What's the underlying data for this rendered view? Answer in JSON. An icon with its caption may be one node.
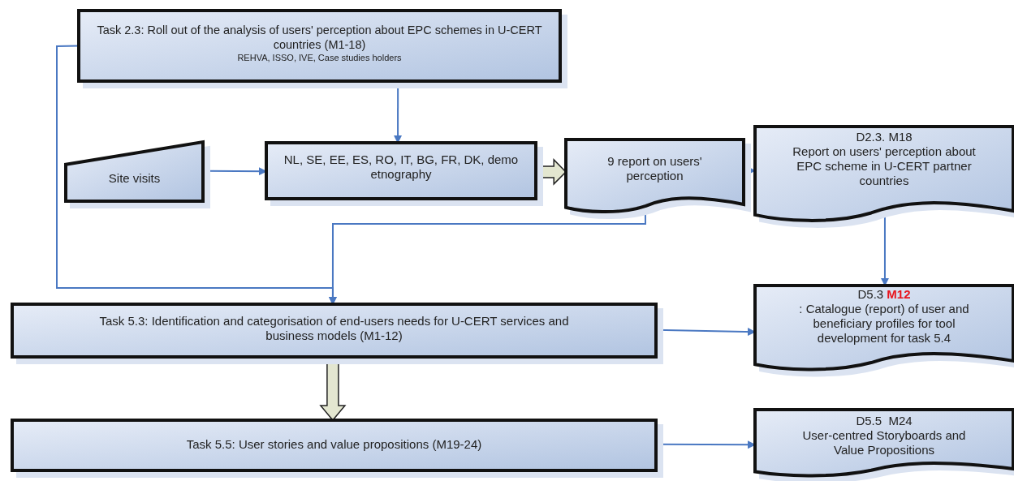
{
  "diagram": {
    "nodes": [
      {
        "text": [
          "Task 2.3: Roll out of the analysis of users' perception about EPC schemes in U-CERT countries (M1-18)",
          "REHVA, ISSO, IVE, Case studies holders"
        ]
      },
      {
        "text": [
          "Site visits"
        ]
      },
      {
        "text": [
          "NL, SE, EE, ES, RO, IT, BG, FR, DK, demo etnography"
        ]
      },
      {
        "text": [
          "9 report on users' perception"
        ]
      },
      {
        "text": [
          "D2.3. M18",
          "Report on users' perception about EPC scheme in U-CERT partner countries"
        ]
      },
      {
        "text": [
          "Task 5.3: Identification and categorisation of end-users needs for U-CERT services and business models (M1-12)"
        ]
      },
      {
        "text": [
          "D5.3 **M12**",
          ": Catalogue (report) of user and beneficiary profiles for tool development for task 5.4"
        ]
      },
      {
        "text": [
          "Task 5.5: User stories and value propositions (M19-24)"
        ]
      },
      {
        "text": [
          "D5.5  M24",
          "User-centred Storyboards and Value Propositions"
        ]
      }
    ],
    "edges": [
      {
        "from": 0,
        "to": 2,
        "arrow": "to"
      },
      {
        "from": 1,
        "to": 2,
        "arrow": "to"
      },
      {
        "from": 2,
        "to": 3,
        "arrow": "to",
        "style": "thick",
        "color": "#e3e6d0"
      },
      {
        "from": 3,
        "to": 4,
        "arrow": "to"
      },
      {
        "from": 3,
        "to": 5,
        "arrow": "to"
      },
      {
        "from": 0,
        "to": 5,
        "arrow": "to"
      },
      {
        "from": 4,
        "to": 6,
        "arrow": "to"
      },
      {
        "from": 5,
        "to": 6,
        "arrow": "to"
      },
      {
        "from": 5,
        "to": 7,
        "arrow": "to",
        "style": "thick",
        "color": "#e3e6d0"
      },
      {
        "from": 7,
        "to": 8,
        "arrow": "to"
      }
    ]
  }
}
